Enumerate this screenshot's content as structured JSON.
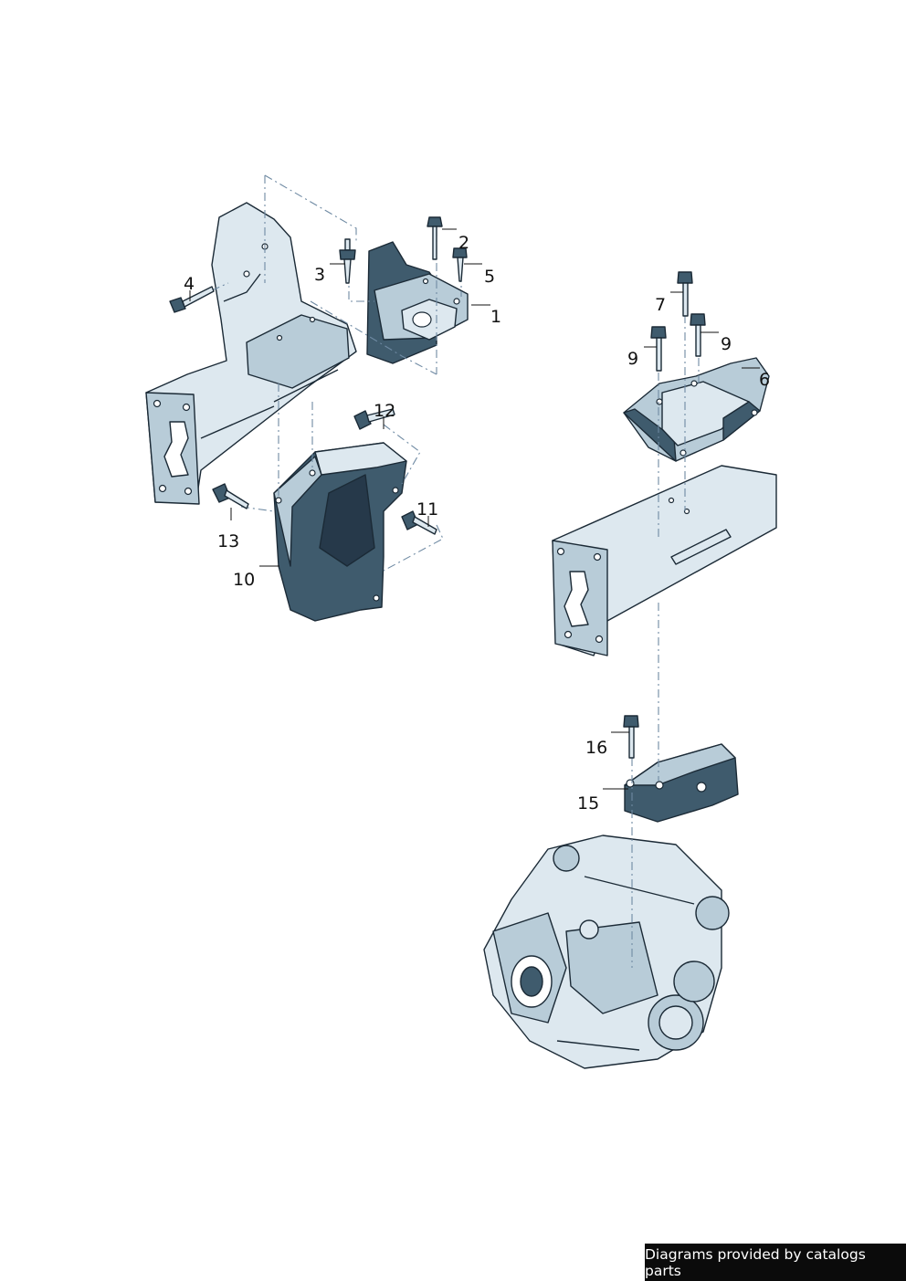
{
  "callouts": {
    "c1": "1",
    "c2": "2",
    "c3": "3",
    "c4": "4",
    "c5": "5",
    "c6": "6",
    "c7": "7",
    "c9a": "9",
    "c9b": "9",
    "c10": "10",
    "c11": "11",
    "c12": "12",
    "c13": "13",
    "c15": "15",
    "c16": "16"
  },
  "footer": {
    "text": "Diagrams provided by catalogs parts"
  },
  "colors": {
    "part_light": "#dde8ef",
    "part_mid": "#b8ccd8",
    "part_dark": "#3f5b6d",
    "outline": "#1b2a36",
    "leader_dash": "#6f8aa3",
    "footer_bg": "#0b0b0b"
  }
}
